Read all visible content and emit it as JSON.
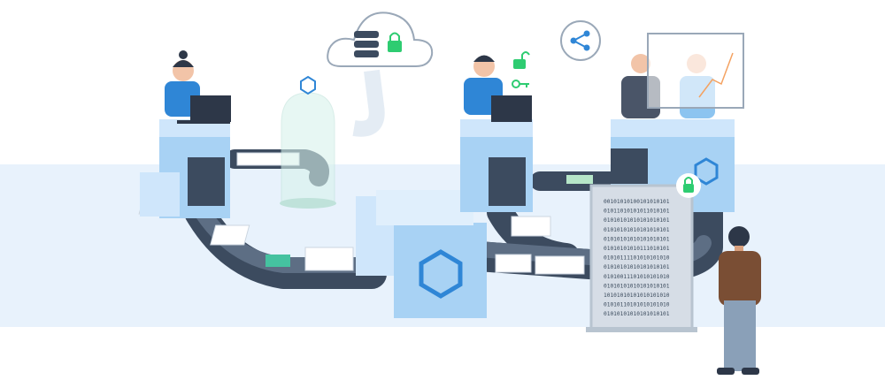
{
  "colors": {
    "band": "#e8f2fc",
    "belt": "#3c4b5f",
    "machine_light": "#cfe6fb",
    "machine_mid": "#a8d2f4",
    "accent": "#2f86d6",
    "lock_green": "#2ecc71"
  },
  "icons": [
    "cloud-database-icon",
    "lock-icon",
    "unlock-icon",
    "key-icon",
    "share-icon",
    "hexagon-logo-icon",
    "chart-icon"
  ],
  "screen": {
    "binary_lines": [
      "00101010100101010101",
      "01011010101011010101",
      "01010101010101010101",
      "01010101010101010101",
      "01010101010101010101",
      "01010101010111010101",
      "01010111101010101010",
      "01010101010101010101",
      "01010011101010101010",
      "01010101010101010101",
      "10101010101010101010",
      "01010110101010101010",
      "01010101010101010101"
    ]
  }
}
